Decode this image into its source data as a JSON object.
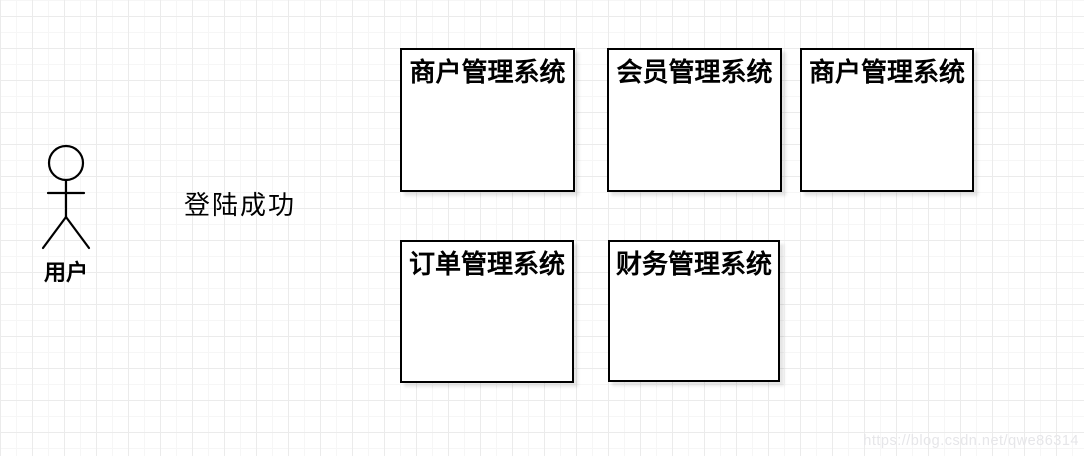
{
  "diagram": {
    "actor": {
      "label": "用户"
    },
    "message": {
      "text": "登陆成功"
    },
    "systems": [
      {
        "label": "商户管理系统"
      },
      {
        "label": "会员管理系统"
      },
      {
        "label": "商户管理系统"
      },
      {
        "label": "订单管理系统"
      },
      {
        "label": "财务管理系统"
      }
    ]
  },
  "watermark": {
    "text": "https://blog.csdn.net/qwe86314"
  },
  "colors": {
    "stroke": "#000000",
    "box_fill": "#ffffff",
    "grid_major": "#ebebeb",
    "grid_minor": "#f6f6f6",
    "shadow": "rgba(0,0,0,0.10)",
    "watermark": "#e6e6e9"
  }
}
